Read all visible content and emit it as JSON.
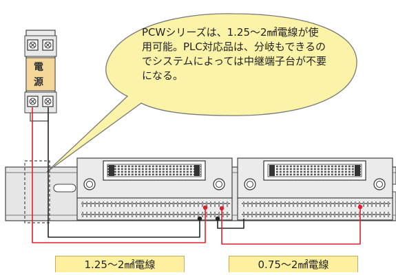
{
  "callout": {
    "lines": [
      "PCWシリーズは、1.25～2㎟電線が使",
      "用可能。PLC対応品は、分岐もできるの",
      "でシステムによっては中継端子台が不要",
      "になる。"
    ]
  },
  "power_supply": {
    "label_top": "電",
    "label_bottom": "源"
  },
  "wire_labels": {
    "left": "1.25～2㎟電線",
    "right": "0.75～2㎟電線"
  },
  "colors": {
    "bubble_fill": "#fbf3a7",
    "bubble_stroke": "#777777",
    "wire_red": "#e0202a",
    "wire_black": "#222222",
    "rail_fill": "#e6e6e6",
    "terminal_fill": "#ebebeb",
    "label_fill": "#fdf1a0",
    "psu_label_fill": "#f6d79a"
  }
}
